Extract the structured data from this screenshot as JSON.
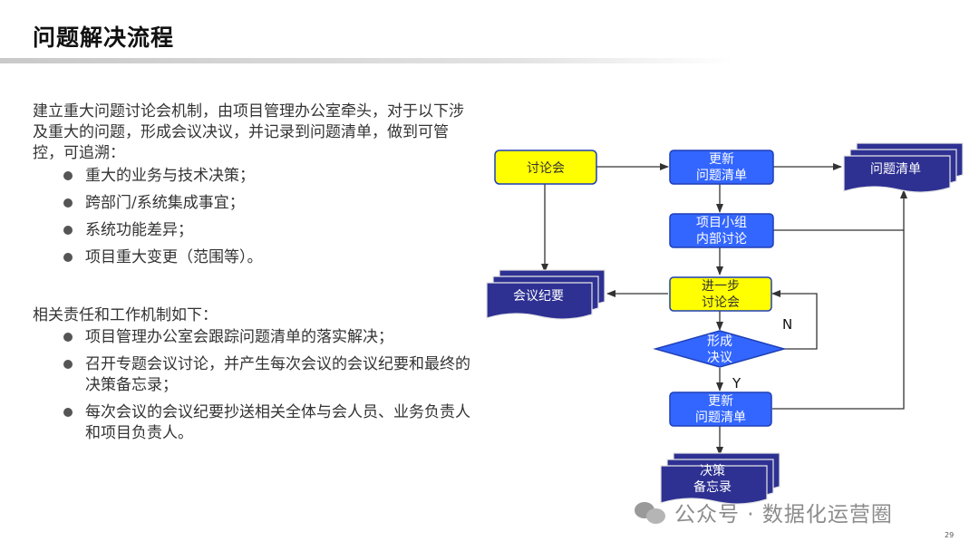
{
  "title": "问题解决流程",
  "intro": "建立重大问题讨论会机制，由项目管理办公室牵头，对于以下涉及重大的问题，形成会议决议，并记录到问题清单，做到可管控，可追溯：",
  "topics": [
    "重大的业务与技术决策；",
    "跨部门/系统集成事宜；",
    "系统功能差异；",
    "项目重大变更（范围等）。"
  ],
  "section2_title": "相关责任和工作机制如下：",
  "mechanisms": [
    "项目管理办公室会跟踪问题清单的落实解决；",
    "召开专题会议讨论，并产生每次会议的会议纪要和最终的决策备忘录；",
    "每次会议的会议纪要抄送相关全体与会人员、业务负责人和项目负责人。"
  ],
  "flow": {
    "meeting": "讨论会",
    "update1": [
      "更新",
      "问题清单"
    ],
    "issue_list_doc": "问题清单",
    "team_discuss": [
      "项目小组",
      "内部讨论"
    ],
    "minutes_doc": "会议纪要",
    "further_discuss": [
      "进一步",
      "讨论会"
    ],
    "decision": [
      "形成",
      "决议"
    ],
    "no_label": "N",
    "yes_label": "Y",
    "update2": [
      "更新",
      "问题清单"
    ],
    "memo_doc": [
      "决策",
      "备忘录"
    ]
  },
  "colors": {
    "yellow": "#ffff00",
    "blue": "#3366ff",
    "navy": "#2e3192",
    "ink": "#333333"
  },
  "watermark": "公众号 · 数据化运营圈",
  "page_number": "29"
}
